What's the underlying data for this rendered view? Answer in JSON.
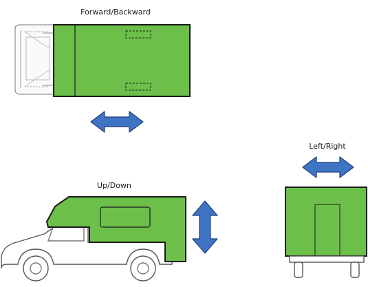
{
  "panels": {
    "top": {
      "label": "Forward/Backward",
      "direction": "horizontal"
    },
    "bottom_left": {
      "label": "Up/Down",
      "direction": "vertical"
    },
    "right": {
      "label": "Left/Right",
      "direction": "horizontal"
    }
  },
  "colors": {
    "camper_fill": "#6cc04a",
    "camper_stroke": "#1b1b1b",
    "arrow_fill": "#3f74c4",
    "arrow_stroke": "#1e3f78",
    "truck_fill": "#ffffff",
    "truck_stroke": "#555555"
  },
  "icons": {
    "forward_backward_arrow": "double-arrow-horizontal",
    "up_down_arrow": "double-arrow-vertical",
    "left_right_arrow": "double-arrow-horizontal"
  }
}
